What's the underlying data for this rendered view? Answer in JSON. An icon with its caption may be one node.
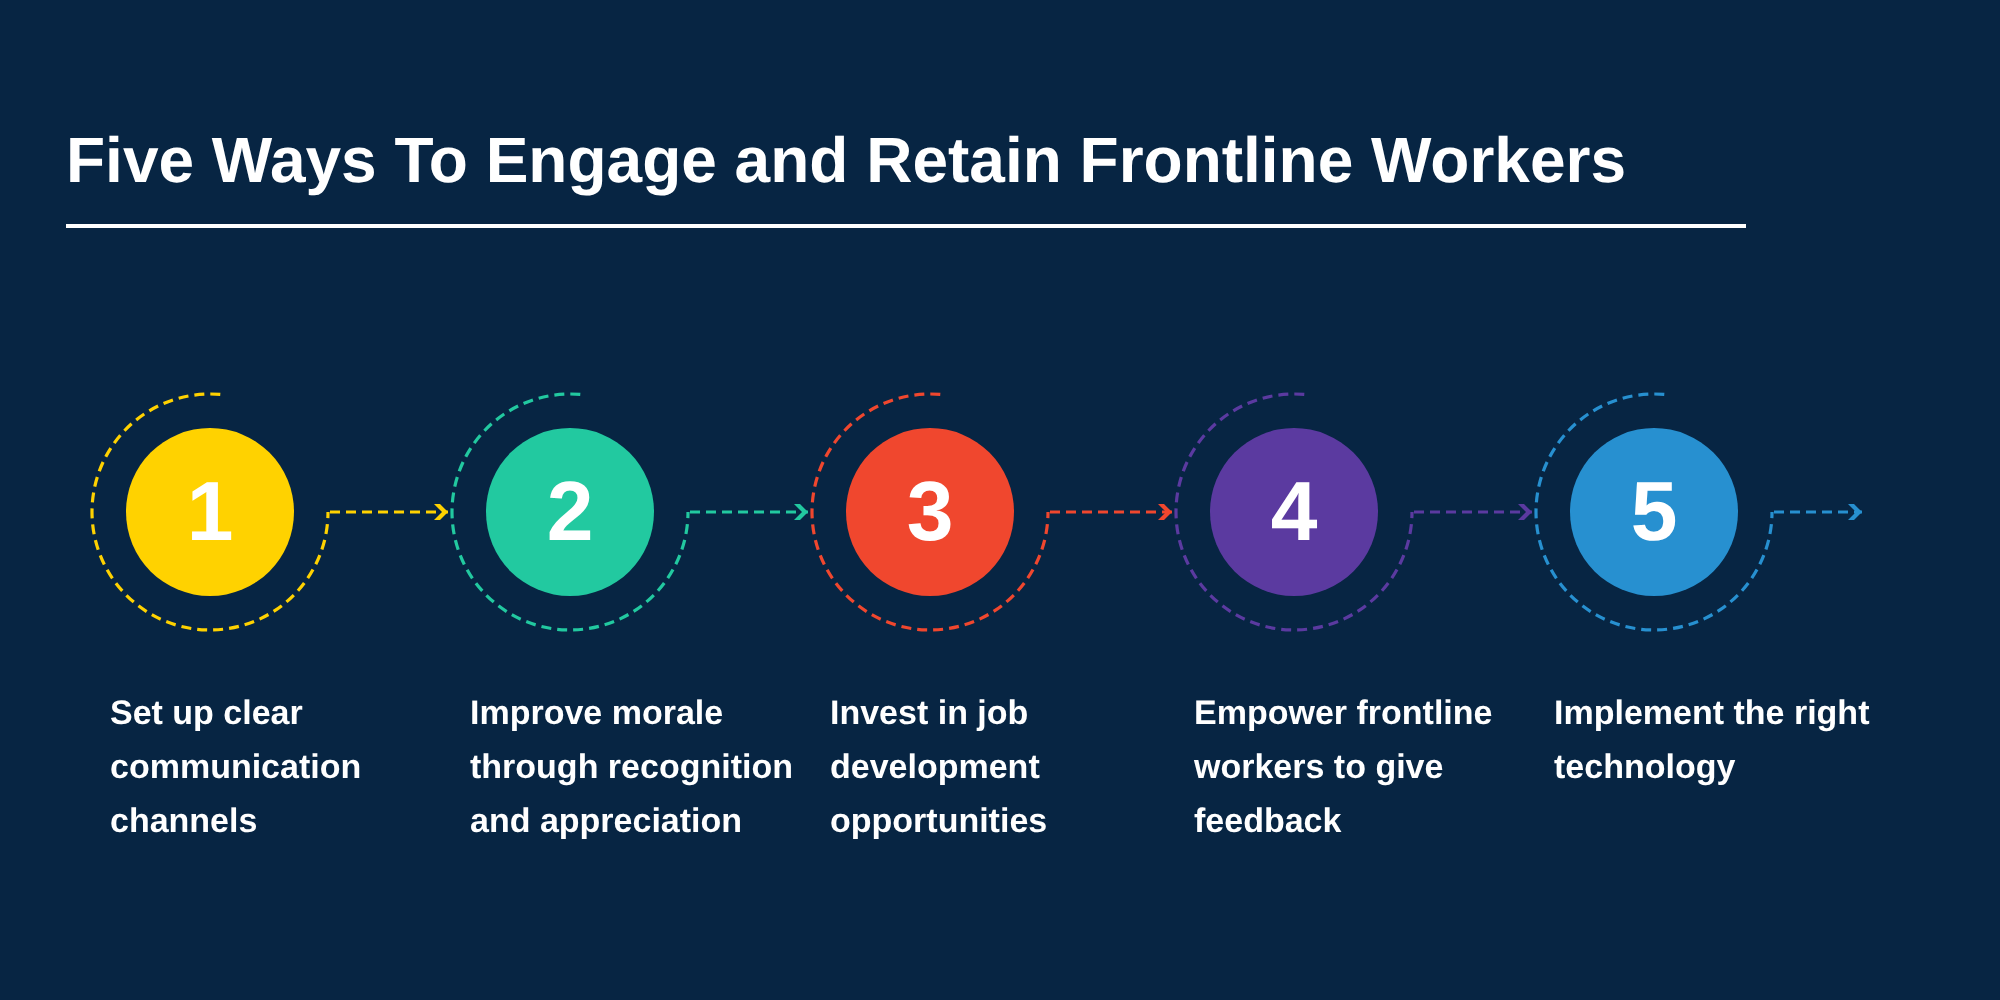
{
  "diagram": {
    "title": "Five Ways To Engage and Retain Frontline Workers",
    "nodes": [
      {
        "text": [
          "1"
        ],
        "beside": [
          "Set up clear communication channels"
        ]
      },
      {
        "text": [
          "2"
        ],
        "beside": [
          "Improve morale through recognition and appreciation"
        ]
      },
      {
        "text": [
          "3"
        ],
        "beside": [
          "Invest in job development opportunities"
        ]
      },
      {
        "text": [
          "4"
        ],
        "beside": [
          "Empower frontline workers to give feedback"
        ]
      },
      {
        "text": [
          "5"
        ],
        "beside": [
          "Implement the right technology"
        ]
      }
    ],
    "edges": [
      {
        "from": 0,
        "to": 1,
        "arrow": "to",
        "style": "dashed",
        "color": "#ffd200"
      },
      {
        "from": 1,
        "to": 2,
        "arrow": "to",
        "style": "dashed",
        "color": "#22c9a0"
      },
      {
        "from": 2,
        "to": 3,
        "arrow": "to",
        "style": "dashed",
        "color": "#f0472e"
      },
      {
        "from": 3,
        "to": 4,
        "arrow": "to",
        "style": "dashed",
        "color": "#5b3aa0"
      },
      {
        "from": 4,
        "to": null,
        "arrow": "to",
        "style": "dashed",
        "color": "#2790d0"
      }
    ]
  }
}
